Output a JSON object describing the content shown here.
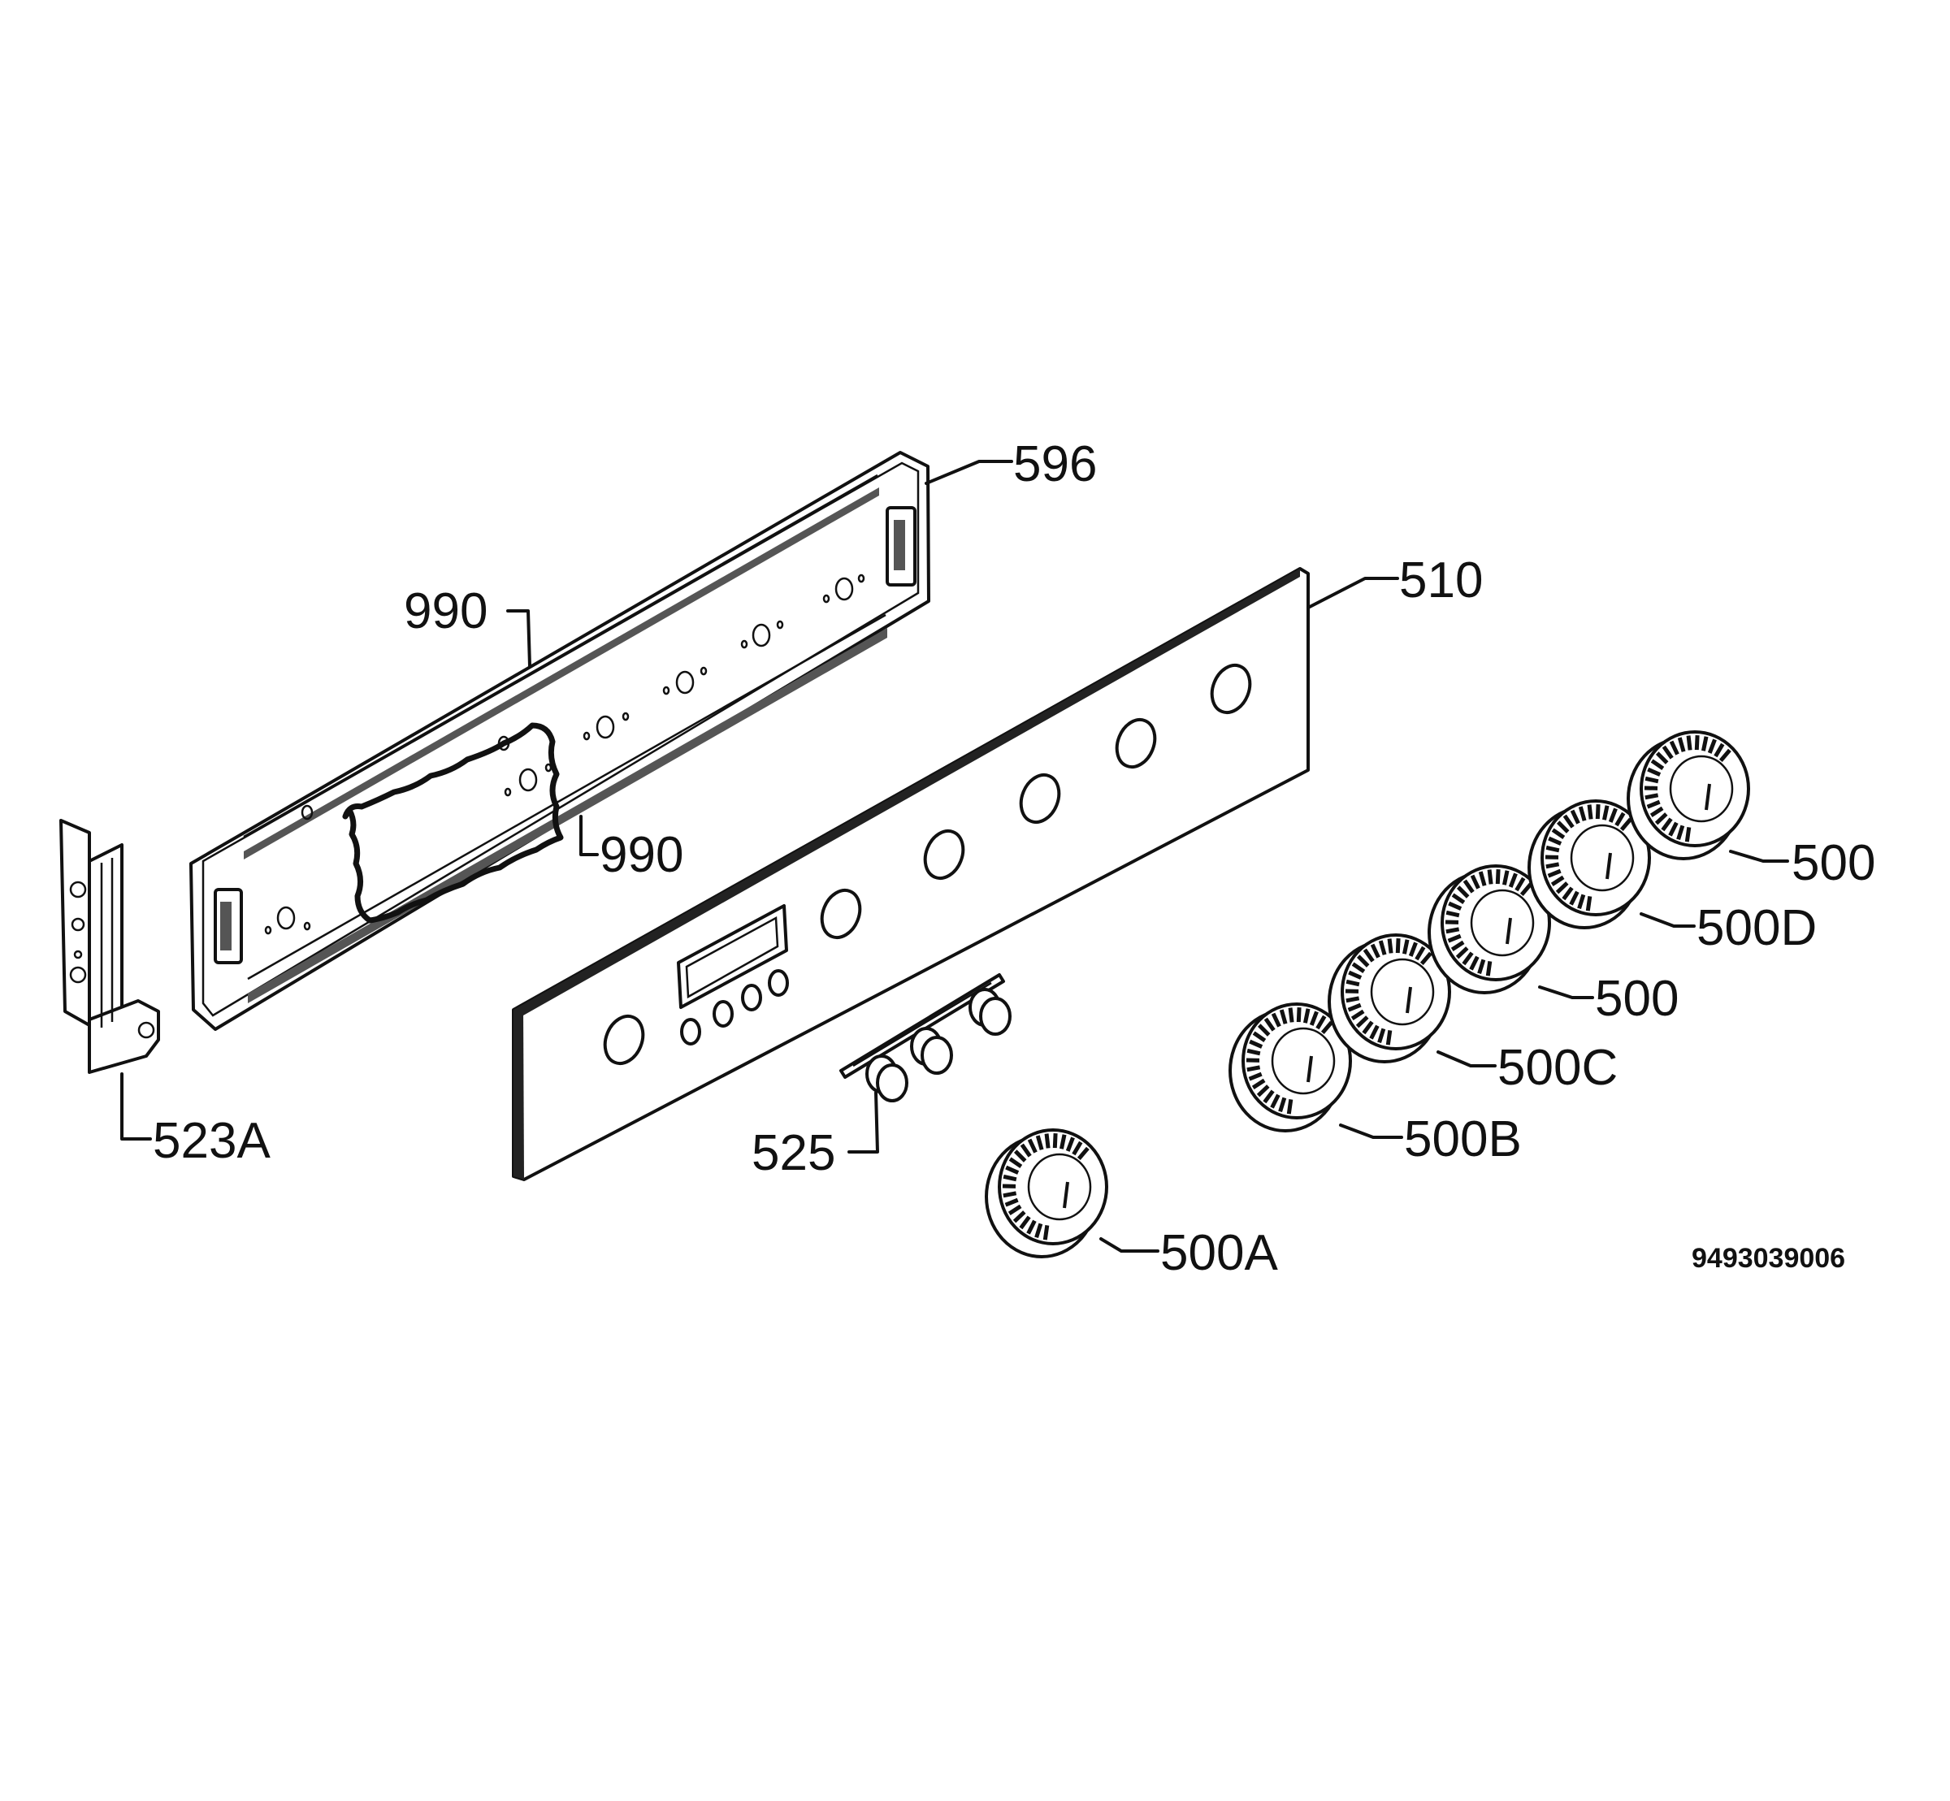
{
  "diagram": {
    "document_code": "9493039006",
    "callouts": {
      "c596": "596",
      "c990_top": "990",
      "c990_bottom": "990",
      "c510": "510",
      "c523A": "523A",
      "c525": "525",
      "c500A": "500A",
      "c500B": "500B",
      "c500C": "500C",
      "c500_mid": "500",
      "c500D": "500D",
      "c500_top": "500"
    }
  }
}
